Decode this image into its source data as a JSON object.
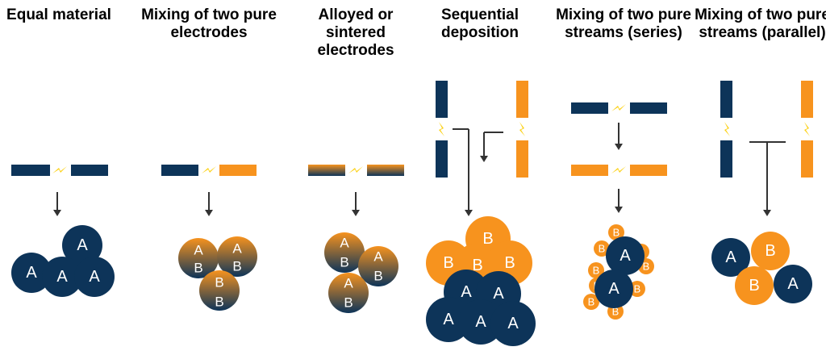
{
  "colors": {
    "navy": "#0d3459",
    "orange": "#f7931e",
    "spark": "#fcd116",
    "arrow": "#333333"
  },
  "panels": [
    {
      "title": "Equal material"
    },
    {
      "title": "Mixing of two pure electrodes"
    },
    {
      "title": "Alloyed or sintered electrodes"
    },
    {
      "title": "Sequential deposition"
    },
    {
      "title": "Mixing of two pure streams (series)"
    },
    {
      "title": "Mixing of two pure streams (parallel)"
    }
  ],
  "labels": {
    "a": "A",
    "b": "B"
  }
}
